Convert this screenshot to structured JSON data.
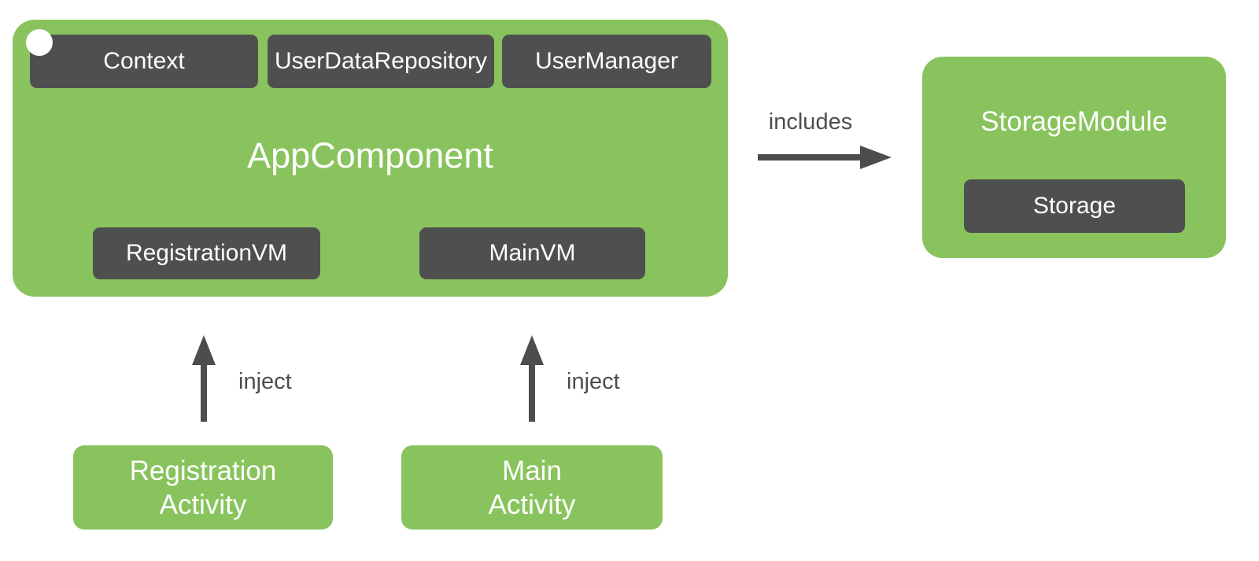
{
  "diagram": {
    "app_component": {
      "title": "AppComponent",
      "provided_types": [
        {
          "label": "Context"
        },
        {
          "label": "UserDataRepository"
        },
        {
          "label": "UserManager"
        }
      ],
      "view_models": [
        {
          "label": "RegistrationVM"
        },
        {
          "label": "MainVM"
        }
      ]
    },
    "storage_module": {
      "title": "StorageModule",
      "provided_types": [
        {
          "label": "Storage"
        }
      ]
    },
    "activities": [
      {
        "line1": "Registration",
        "line2": "Activity"
      },
      {
        "line1": "Main",
        "line2": "Activity"
      }
    ],
    "edges": {
      "includes": {
        "label": "includes"
      },
      "inject_registration": {
        "label": "inject"
      },
      "inject_main": {
        "label": "inject"
      }
    },
    "colors": {
      "green": "#89C35D",
      "dark_gray": "#4F4F4F",
      "arrow_gray": "#4D4D4D",
      "text_on_box": "#FFFFFF",
      "background": "#FFFFFF"
    }
  }
}
